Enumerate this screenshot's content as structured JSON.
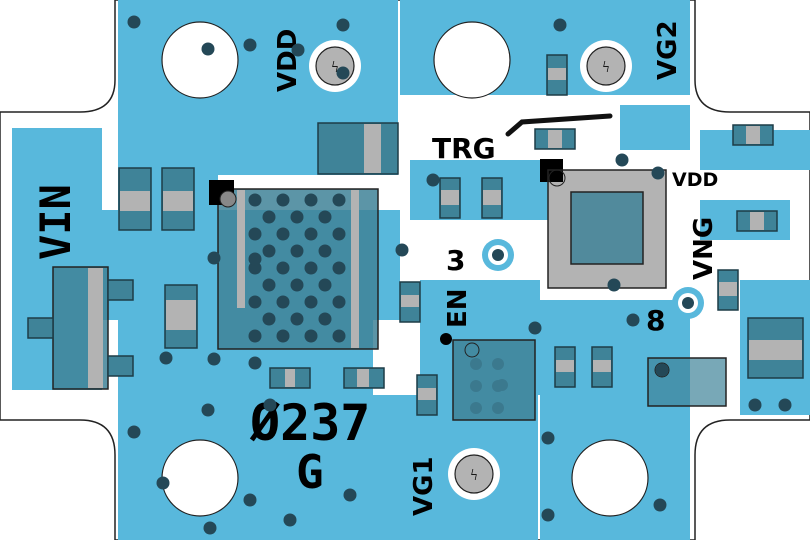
{
  "board": {
    "part_number": "Ø237",
    "revision": "G",
    "colors": {
      "copper": "#58b8dc",
      "component": "#3f8398",
      "pad": "#b3b3b3",
      "via": "#244857"
    }
  },
  "labels": {
    "vdd_top": "VDD",
    "vg2": "VG2",
    "trg": "TRG",
    "vdd_right": "VDD",
    "vng": "VNG",
    "pin8": "8",
    "pin3": "3",
    "en": "EN",
    "vin": "VIN",
    "vg1": "VG1"
  }
}
